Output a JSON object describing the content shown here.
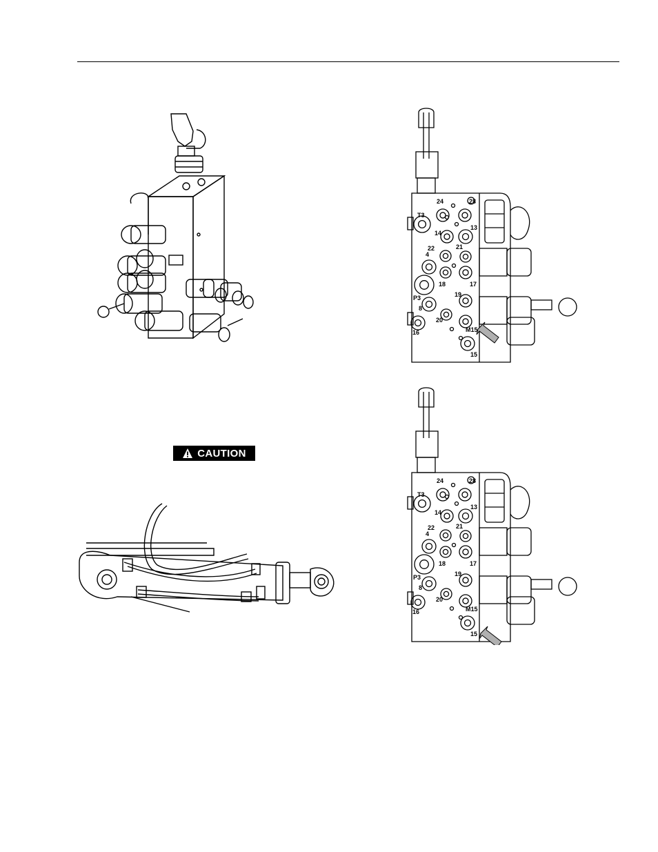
{
  "caution": {
    "label": "CAUTION",
    "icon": "warning-triangle-icon"
  },
  "figures": {
    "manifold_iso": {
      "icon": "valve-manifold-illustration"
    },
    "cylinder": {
      "icon": "hydraulic-cylinder-illustration"
    },
    "manifold_top": {
      "icon": "manifold-port-diagram",
      "ports": [
        "T3",
        "24",
        "28",
        "13",
        "14",
        "22",
        "21",
        "4",
        "18",
        "17",
        "P3",
        "19",
        "8",
        "20",
        "16",
        "M15",
        "15"
      ]
    },
    "manifold_bottom": {
      "icon": "manifold-port-diagram",
      "ports": [
        "T3",
        "24",
        "28",
        "13",
        "14",
        "22",
        "21",
        "4",
        "18",
        "17",
        "P3",
        "19",
        "8",
        "20",
        "16",
        "M15",
        "15"
      ]
    }
  },
  "colors": {
    "ink": "#000000",
    "arrow_fill": "#b0b0b0",
    "paper": "#ffffff"
  }
}
